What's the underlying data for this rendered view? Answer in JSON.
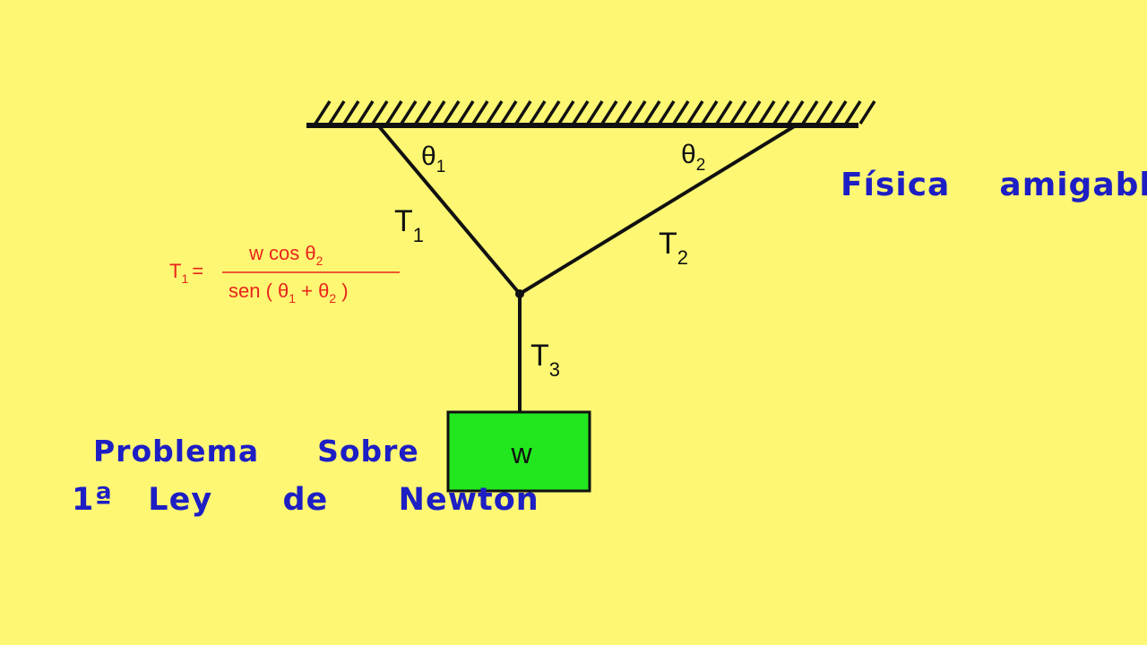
{
  "diagram": {
    "angle1": {
      "symbol": "θ",
      "sub": "1"
    },
    "angle2": {
      "symbol": "θ",
      "sub": "2"
    },
    "tension1": {
      "symbol": "T",
      "sub": "1"
    },
    "tension2": {
      "symbol": "T",
      "sub": "2"
    },
    "tension3": {
      "symbol": "T",
      "sub": "3"
    },
    "block_label": "w",
    "block_color": "#22e61e",
    "formula": {
      "lhs": "T",
      "lhs_sub": "1",
      "equals": "=",
      "numerator": "w cos θ",
      "numerator_sub": "2",
      "denominator_open": "sen ( θ",
      "denominator_sub1": "1",
      "denominator_mid": " + θ",
      "denominator_sub2": "2",
      "denominator_close": " )",
      "color": "#e8251c"
    }
  },
  "brand": "Física  amigable",
  "title_line1": "Problema  Sobre",
  "title_line2": "1ª Ley  de  Newton",
  "colors": {
    "background": "#fdf773",
    "handwriting": "#1d1ec4",
    "lines": "#111111"
  }
}
